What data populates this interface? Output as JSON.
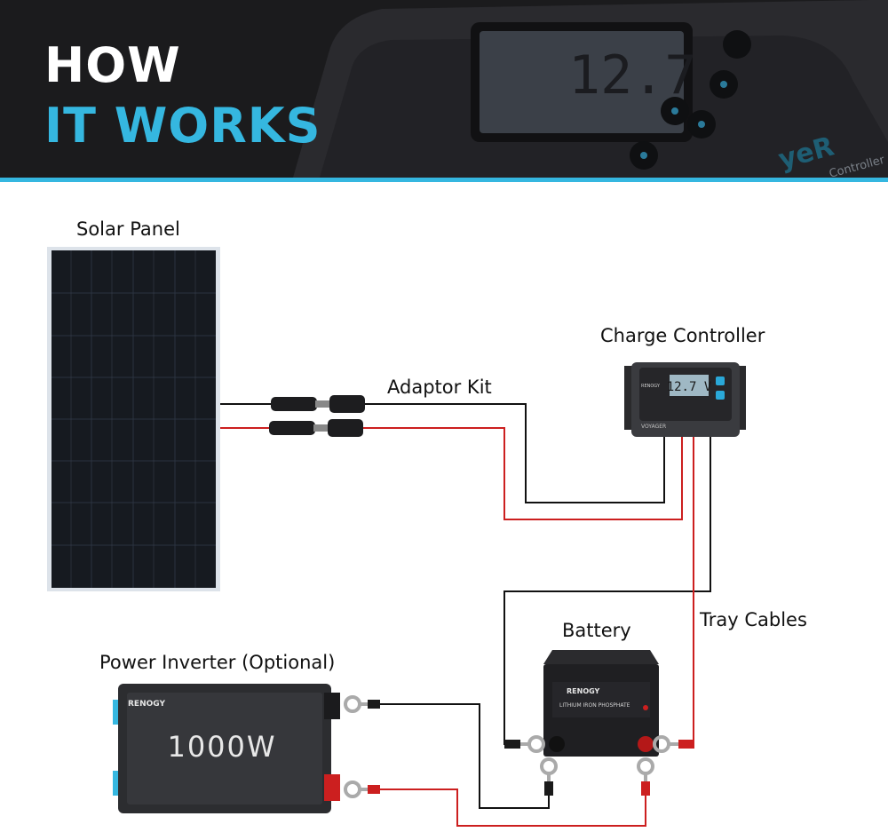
{
  "header": {
    "title_line1": "HOW",
    "title_line2": "IT WORKS",
    "accent_color": "#35b7e0",
    "background_color": "#1a1a1c"
  },
  "diagram": {
    "labels": {
      "solar_panel": "Solar Panel",
      "adaptor_kit": "Adaptor Kit",
      "charge_controller": "Charge Controller",
      "tray_cables": "Tray Cables",
      "battery": "Battery",
      "power_inverter": "Power Inverter (Optional)"
    },
    "inverter": {
      "brand": "RENOGY",
      "rating": "1000W"
    },
    "battery": {
      "brand": "RENOGY",
      "type": "LITHIUM IRON PHOSPHATE"
    },
    "controller": {
      "brand": "RENOGY",
      "model": "VOYAGER",
      "display": "12.7 V"
    },
    "wire_colors": {
      "negative": "#111111",
      "positive": "#cc1f1f"
    }
  }
}
